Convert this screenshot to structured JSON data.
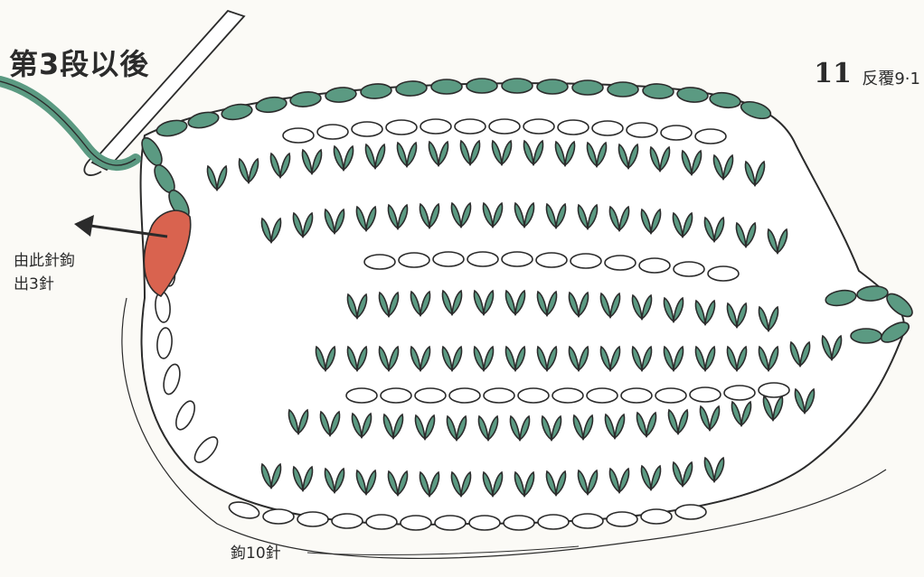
{
  "title": "第3段以後",
  "step": {
    "number": "11",
    "instruction": "反覆9·1"
  },
  "side_note": {
    "line1": "由此針鉤",
    "line2": "出3針"
  },
  "bottom_note": "鉤10針",
  "colors": {
    "green_yarn": "#5b9a82",
    "white_yarn": "#ffffff",
    "outline": "#2b2b2b",
    "marker_red": "#d9634f",
    "background": "#fbfaf6"
  },
  "icons": [
    "crochet-hook-icon",
    "arrow-left-icon"
  ]
}
